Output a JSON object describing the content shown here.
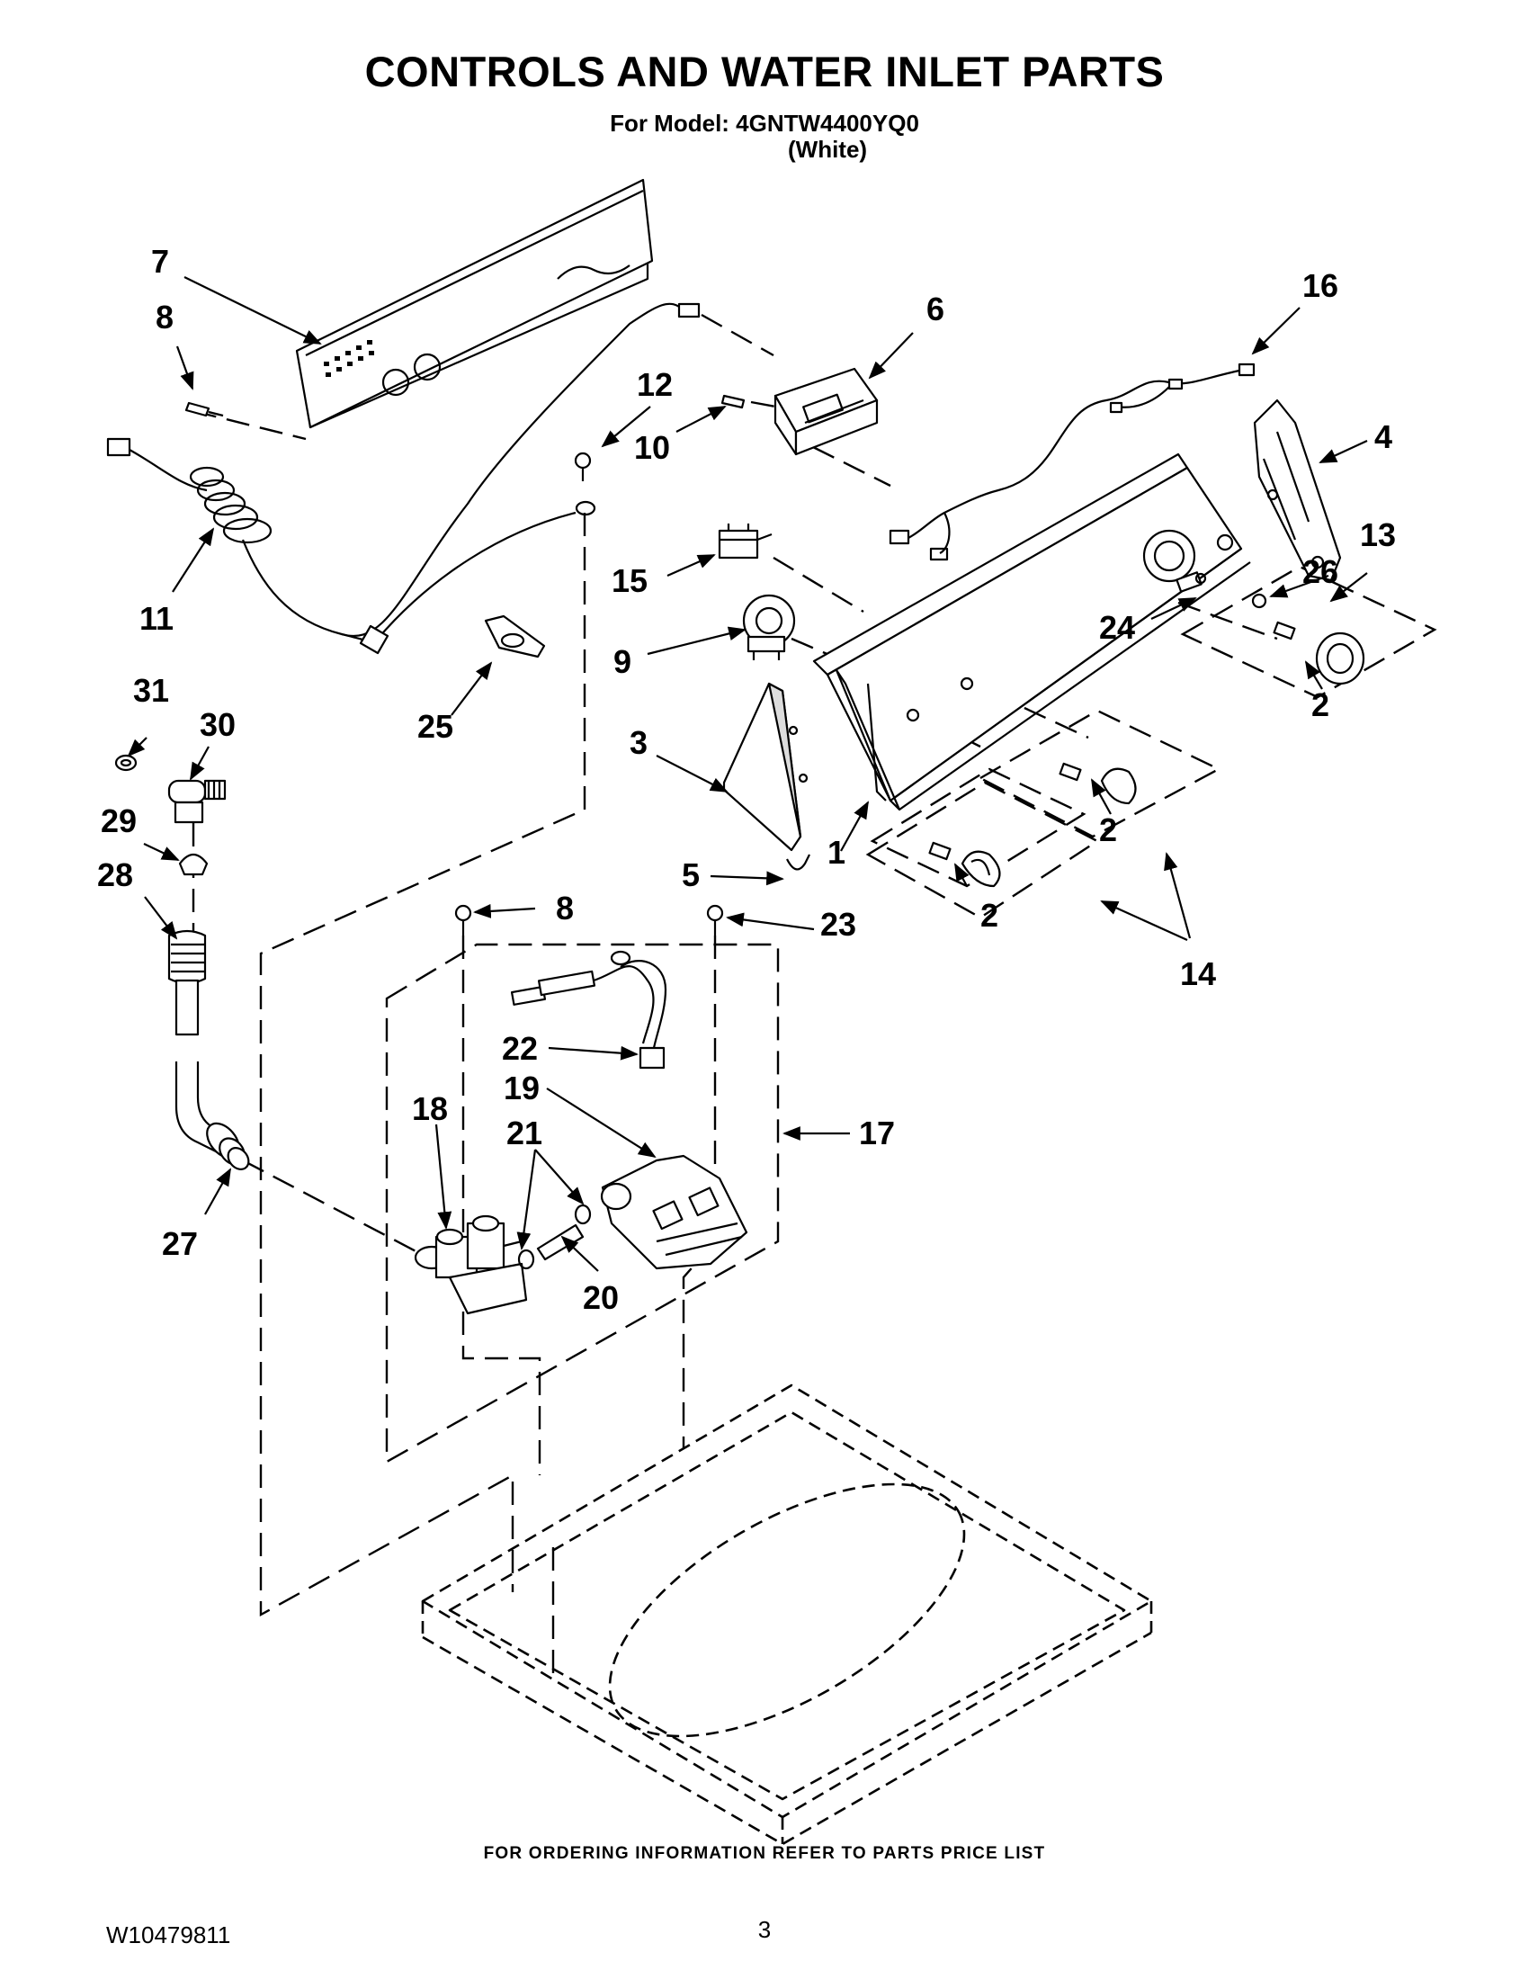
{
  "header": {
    "title": "CONTROLS AND WATER INLET PARTS",
    "model_line": "For Model: 4GNTW4400YQ0",
    "color_line": "(White)"
  },
  "callouts": [
    {
      "id": "7",
      "label": "7"
    },
    {
      "id": "8a",
      "label": "8"
    },
    {
      "id": "6",
      "label": "6"
    },
    {
      "id": "16",
      "label": "16"
    },
    {
      "id": "12",
      "label": "12"
    },
    {
      "id": "10",
      "label": "10"
    },
    {
      "id": "4",
      "label": "4"
    },
    {
      "id": "13",
      "label": "13"
    },
    {
      "id": "26",
      "label": "26"
    },
    {
      "id": "24",
      "label": "24"
    },
    {
      "id": "11",
      "label": "11"
    },
    {
      "id": "15",
      "label": "15"
    },
    {
      "id": "9",
      "label": "9"
    },
    {
      "id": "2a",
      "label": "2"
    },
    {
      "id": "31",
      "label": "31"
    },
    {
      "id": "30",
      "label": "30"
    },
    {
      "id": "25",
      "label": "25"
    },
    {
      "id": "3",
      "label": "3"
    },
    {
      "id": "29",
      "label": "29"
    },
    {
      "id": "2b",
      "label": "2"
    },
    {
      "id": "1",
      "label": "1"
    },
    {
      "id": "28",
      "label": "28"
    },
    {
      "id": "5",
      "label": "5"
    },
    {
      "id": "2c",
      "label": "2"
    },
    {
      "id": "8b",
      "label": "8"
    },
    {
      "id": "23",
      "label": "23"
    },
    {
      "id": "14",
      "label": "14"
    },
    {
      "id": "22",
      "label": "22"
    },
    {
      "id": "19",
      "label": "19"
    },
    {
      "id": "18",
      "label": "18"
    },
    {
      "id": "21",
      "label": "21"
    },
    {
      "id": "17",
      "label": "17"
    },
    {
      "id": "27",
      "label": "27"
    },
    {
      "id": "20",
      "label": "20"
    }
  ],
  "footer": {
    "ordering_note": "FOR ORDERING INFORMATION REFER TO PARTS PRICE LIST",
    "document_number": "W10479811",
    "page_number": "3"
  }
}
